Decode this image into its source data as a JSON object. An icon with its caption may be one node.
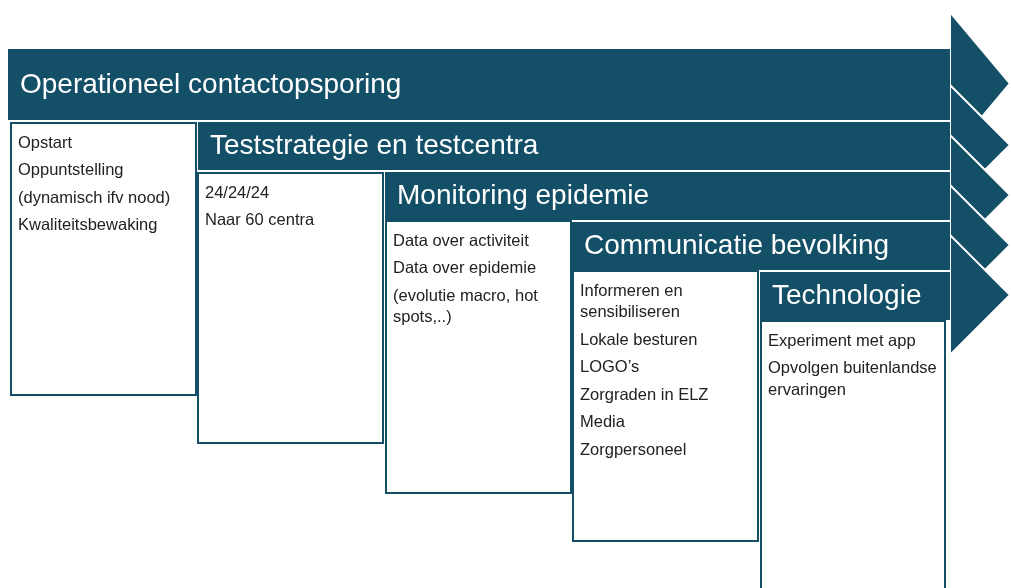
{
  "diagram": {
    "nodes": [
      {
        "text": [
          "Operationeel contactopsporing"
        ]
      },
      {
        "text": [
          "Opstart",
          "Oppuntstelling",
          "(dynamisch ifv nood)",
          "Kwaliteitsbewaking"
        ]
      },
      {
        "text": [
          "Teststrategie en testcentra"
        ]
      },
      {
        "text": [
          "24/24/24",
          "Naar 60 centra"
        ]
      },
      {
        "text": [
          "Monitoring epidemie"
        ]
      },
      {
        "text": [
          "Data over activiteit",
          "Data over epidemie",
          "(evolutie macro, hot spots,..)"
        ]
      },
      {
        "text": [
          "Communicatie bevolking"
        ]
      },
      {
        "text": [
          "Informeren en sensibiliseren",
          "Lokale besturen",
          "LOGO’s",
          "Zorgraden in ELZ",
          "Media",
          "Zorgpersoneel"
        ]
      },
      {
        "text": [
          "Technologie"
        ]
      },
      {
        "text": [
          "Experiment met app",
          "Opvolgen buitenlandse ervaringen"
        ]
      }
    ]
  }
}
